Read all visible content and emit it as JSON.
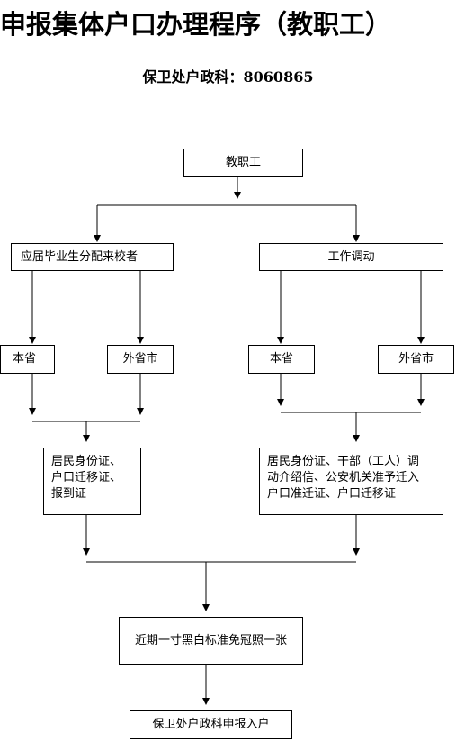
{
  "title": "申报集体户口办理程序（教职工）",
  "contact": "保卫处户政科：8060865",
  "nodes": {
    "staff": "教职工",
    "graduate": "应届毕业生分配来校者",
    "transfer": "工作调动",
    "grad_in_province": "本省",
    "grad_out_province": "外省市",
    "transfer_in_province": "本省",
    "transfer_out_province": "外省市",
    "grad_docs": [
      "居民身份证、",
      "户口迁移证、",
      "报到证"
    ],
    "transfer_docs": [
      "居民身份证、干部（工人）调",
      "动介绍信、公安机关准予迁入",
      "户口准迁证、户口迁移证"
    ],
    "photo": "近期一寸黑白标准免冠照一张",
    "apply": "保卫处户政科申报入户"
  }
}
